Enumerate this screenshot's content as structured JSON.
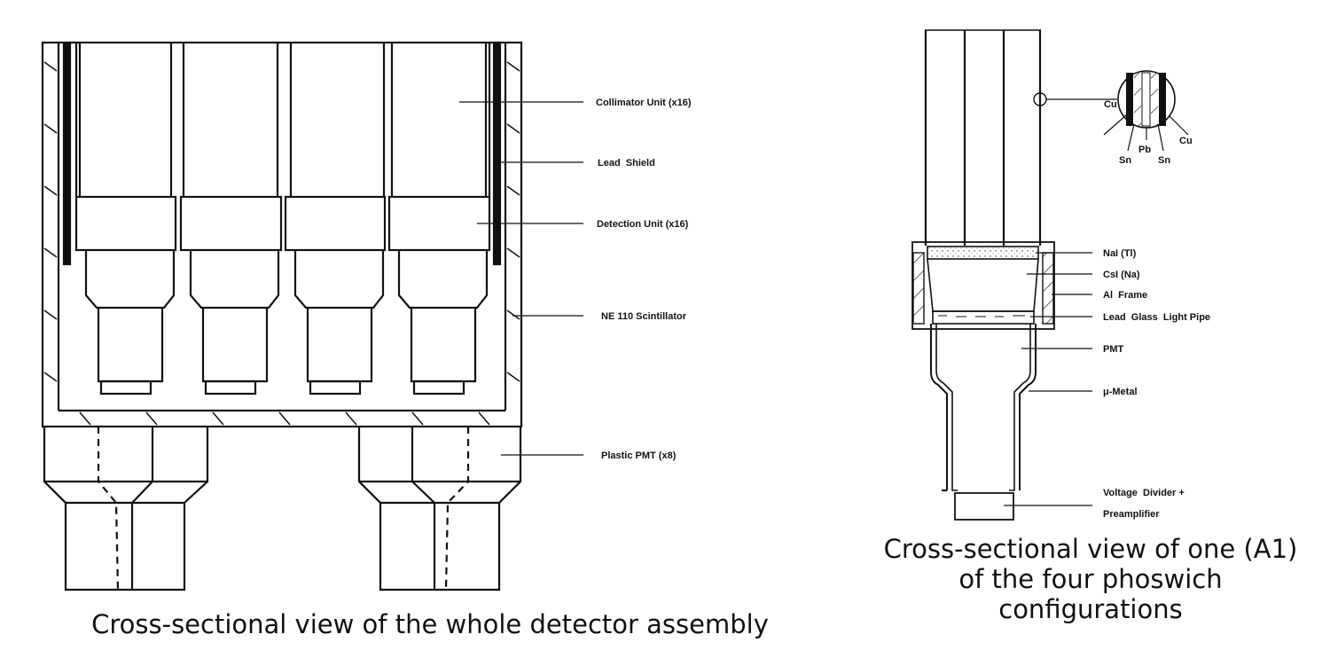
{
  "left_figure": {
    "labels": [
      "Collimator Unit (x16)",
      "Lead  Shield",
      "Detection Unit (x16)",
      "NE 110 Scintillator",
      "Plastic PMT (x8)"
    ],
    "caption": "Cross-sectional view of the whole detector assembly"
  },
  "right_figure": {
    "labels": [
      "NaI (Tl)",
      "CsI (Na)",
      "Al  Frame",
      "Lead  Glass  Light Pipe",
      "PMT",
      "μ-Metal",
      "Voltage  Divider +",
      "Preamplifier"
    ],
    "inset_labels": [
      "Cu",
      "Sn",
      "Pb",
      "Sn",
      "Cu"
    ],
    "caption_lines": [
      "Cross-sectional view of one (A1)",
      "of the four phoswich",
      "configurations"
    ]
  }
}
